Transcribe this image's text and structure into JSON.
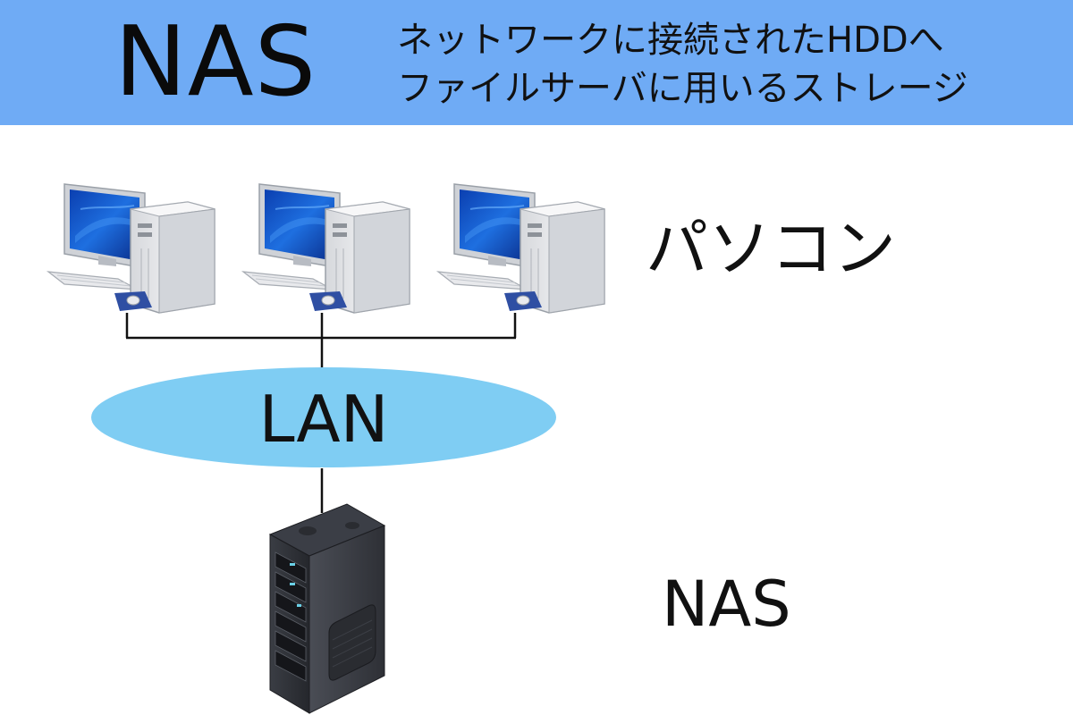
{
  "header": {
    "title": "NAS",
    "subtitle_line1": "ネットワークに接続されたHDDへ",
    "subtitle_line2": "ファイルサーバに用いるストレージ"
  },
  "labels": {
    "pc": "パソコン",
    "lan": "LAN",
    "nas": "NAS"
  },
  "colors": {
    "header_bg": "#6fabf5",
    "lan_ellipse": "#7fcdf3",
    "line": "#111111"
  },
  "icons": {
    "pc": "desktop-computer-icon",
    "nas": "nas-server-icon"
  }
}
